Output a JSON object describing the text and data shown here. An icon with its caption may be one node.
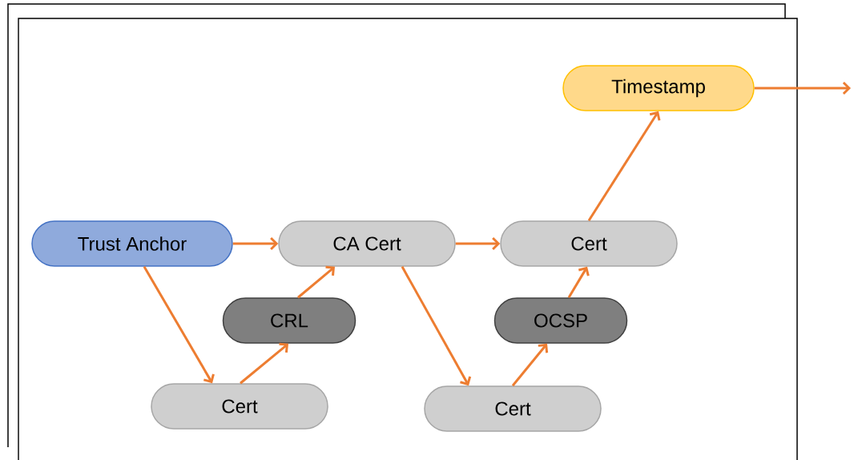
{
  "diagram": {
    "nodes": [
      {
        "text": [
          "Trust Anchor"
        ]
      },
      {
        "text": [
          "CA Cert"
        ]
      },
      {
        "text": [
          "Cert"
        ]
      },
      {
        "text": [
          "Timestamp"
        ]
      },
      {
        "text": [
          "CRL"
        ]
      },
      {
        "text": [
          "OCSP"
        ]
      },
      {
        "text": [
          "Cert"
        ]
      },
      {
        "text": [
          "Cert"
        ]
      }
    ],
    "edges": [
      {
        "from": 0,
        "to": 1,
        "arrow": "to"
      },
      {
        "from": 1,
        "to": 2,
        "arrow": "to"
      },
      {
        "from": 2,
        "to": 3,
        "arrow": "to"
      },
      {
        "from": 3,
        "to": null,
        "arrow": "to"
      },
      {
        "from": 0,
        "to": 6,
        "arrow": "to"
      },
      {
        "from": 6,
        "to": 4,
        "arrow": "to"
      },
      {
        "from": 4,
        "to": 1,
        "arrow": "to"
      },
      {
        "from": 1,
        "to": 7,
        "arrow": "to"
      },
      {
        "from": 7,
        "to": 5,
        "arrow": "to"
      },
      {
        "from": 5,
        "to": 2,
        "arrow": "to"
      }
    ]
  }
}
